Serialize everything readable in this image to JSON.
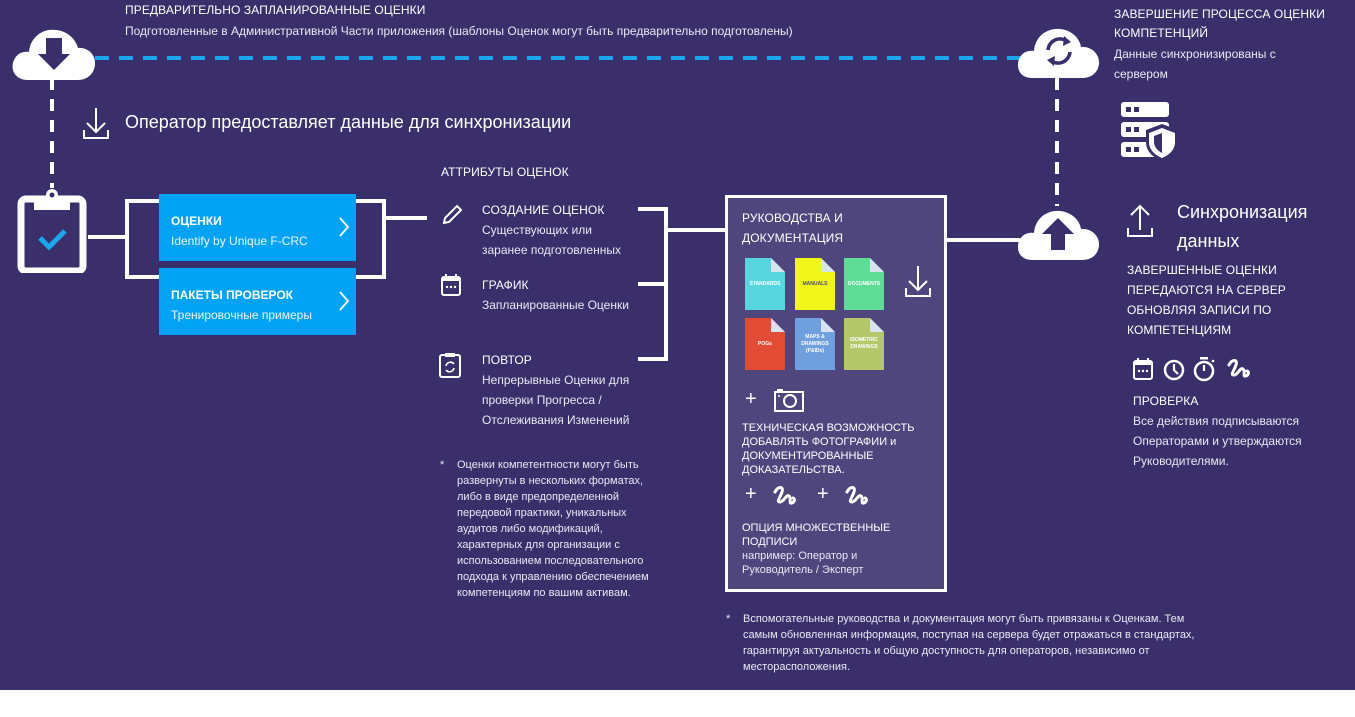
{
  "colors": {
    "background": "#3a2f6b",
    "docs_panel": "#4f467e",
    "accent_blue": "#02a3f5",
    "dashed_line": "#1aa7ec",
    "white": "#ffffff"
  },
  "top_left": {
    "icon": "cloud-download-icon",
    "title": "ПРЕДВАРИТЕЛЬНО ЗАПЛАНИРОВАННЫЕ ОЦЕНКИ",
    "subtitle": "Подготовленные в Административной Части приложения (шаблоны Оценок могут быть предварительно подготовлены)"
  },
  "top_right": {
    "icon": "cloud-sync-icon",
    "title_line1": "ЗАВЕРШЕНИЕ ПРОЦЕССА ОЦЕНКИ",
    "title_line2": "КОМПЕТЕНЦИЙ",
    "subtitle_line1": "Данные синхронизированы с",
    "subtitle_line2": "сервером",
    "server_icon": "server-shield-icon"
  },
  "operator_row": {
    "icon": "download-tray-icon",
    "text": "Оператор предоставляет данные для синхронизации"
  },
  "left_icon": "clipboard-check-icon",
  "cards": [
    {
      "title": "ОЦЕНКИ",
      "subtitle": "Identify by Unique F-CRC",
      "icon": "chevron-right-icon"
    },
    {
      "title": "ПАКЕТЫ ПРОВЕРОК",
      "subtitle": "Тренировочные примеры",
      "icon": "chevron-right-icon"
    }
  ],
  "attributes": {
    "heading": "АТТРИБУТЫ ОЦЕНОК",
    "items": [
      {
        "icon": "pencil-icon",
        "title": "СОЗДАНИЕ ОЦЕНОК",
        "lines": [
          "Существующих или",
          "заранее подготовленных"
        ]
      },
      {
        "icon": "calendar-icon",
        "title": "ГРАФИК",
        "lines": [
          "Запланированные Оценки"
        ]
      },
      {
        "icon": "clipboard-repeat-icon",
        "title": "ПОВТОР",
        "lines": [
          "Непрерывные Оценки для",
          "проверки Прогресса /",
          "Отслеживания Изменений"
        ]
      }
    ],
    "footnote_star": "*",
    "footnote_lines": [
      "Оценки компетентности могут быть",
      "развернуты в нескольких форматах,",
      "либо в виде предопределенной",
      "передовой практики, уникальных",
      "аудитов либо модификаций,",
      "характерных для организации с",
      "использованием последовательного",
      "подхода к управлению обеспечением",
      "компетенциям по вашим активам."
    ]
  },
  "docs": {
    "title_line1": "РУКОВОДСТВА И",
    "title_line2": "ДОКУМЕНТАЦИЯ",
    "download_icon": "download-tray-icon",
    "files": [
      {
        "label_lines": [
          "STANDARDS"
        ],
        "color": "#57d6e0"
      },
      {
        "label_lines": [
          "MANUALS"
        ],
        "color": "#f0f51a"
      },
      {
        "label_lines": [
          "DOCUMENTS"
        ],
        "color": "#5fdc96"
      },
      {
        "label_lines": [
          "POGs"
        ],
        "color": "#e24b34"
      },
      {
        "label_lines": [
          "MAPS &",
          "DRAWINGS",
          "(P&IDs)"
        ],
        "color": "#6f9fdc"
      },
      {
        "label_lines": [
          "ISOMETRIC",
          "DRAWINGS"
        ],
        "color": "#b4c76a"
      }
    ],
    "plus": "+",
    "camera_icon": "camera-icon",
    "photo_lines": [
      "ТЕХНИЧЕСКАЯ ВОЗМОЖНОСТЬ",
      "ДОБАВЛЯТЬ ФОТОГРАФИИ и",
      "ДОКУМЕНТИРОВАННЫЕ",
      "ДОКАЗАТЕЛЬСТВА."
    ],
    "signature_icon": "signature-icon",
    "sign_title_line1": "ОПЦИЯ МНОЖЕСТВЕННЫЕ",
    "sign_title_line2": "ПОДПИСИ",
    "sign_sub_line1": "например: Оператор и",
    "sign_sub_line2": "Руководитель / Эксперт"
  },
  "sync": {
    "cloud_icon": "cloud-upload-icon",
    "icon": "upload-tray-icon",
    "title_line1": "Синхронизация",
    "title_line2": "данных",
    "lines": [
      "ЗАВЕРШЕННЫЕ ОЦЕНКИ",
      "ПЕРЕДАЮТСЯ НА СЕРВЕР",
      "ОБНОВЛЯЯ ЗАПИСИ ПО",
      "КОМПЕТЕНЦИЯМ"
    ]
  },
  "verification": {
    "icons": [
      "calendar-icon",
      "clock-icon",
      "stopwatch-icon",
      "signature-icon"
    ],
    "title": "ПРОВЕРКА",
    "lines": [
      "Все действия подписываются",
      "Операторами и утверждаются",
      "Руководителями."
    ]
  },
  "bottom_footnote": {
    "star": "*",
    "lines": [
      "Вспомогательные руководства и документация могут быть привязаны к Оценкам. Тем",
      "самым обновленная информация, поступая на сервера будет отражаться в стандартах,",
      "гарантируя актуальность и общую доступность для операторов, независимо от",
      "месторасположения."
    ]
  }
}
